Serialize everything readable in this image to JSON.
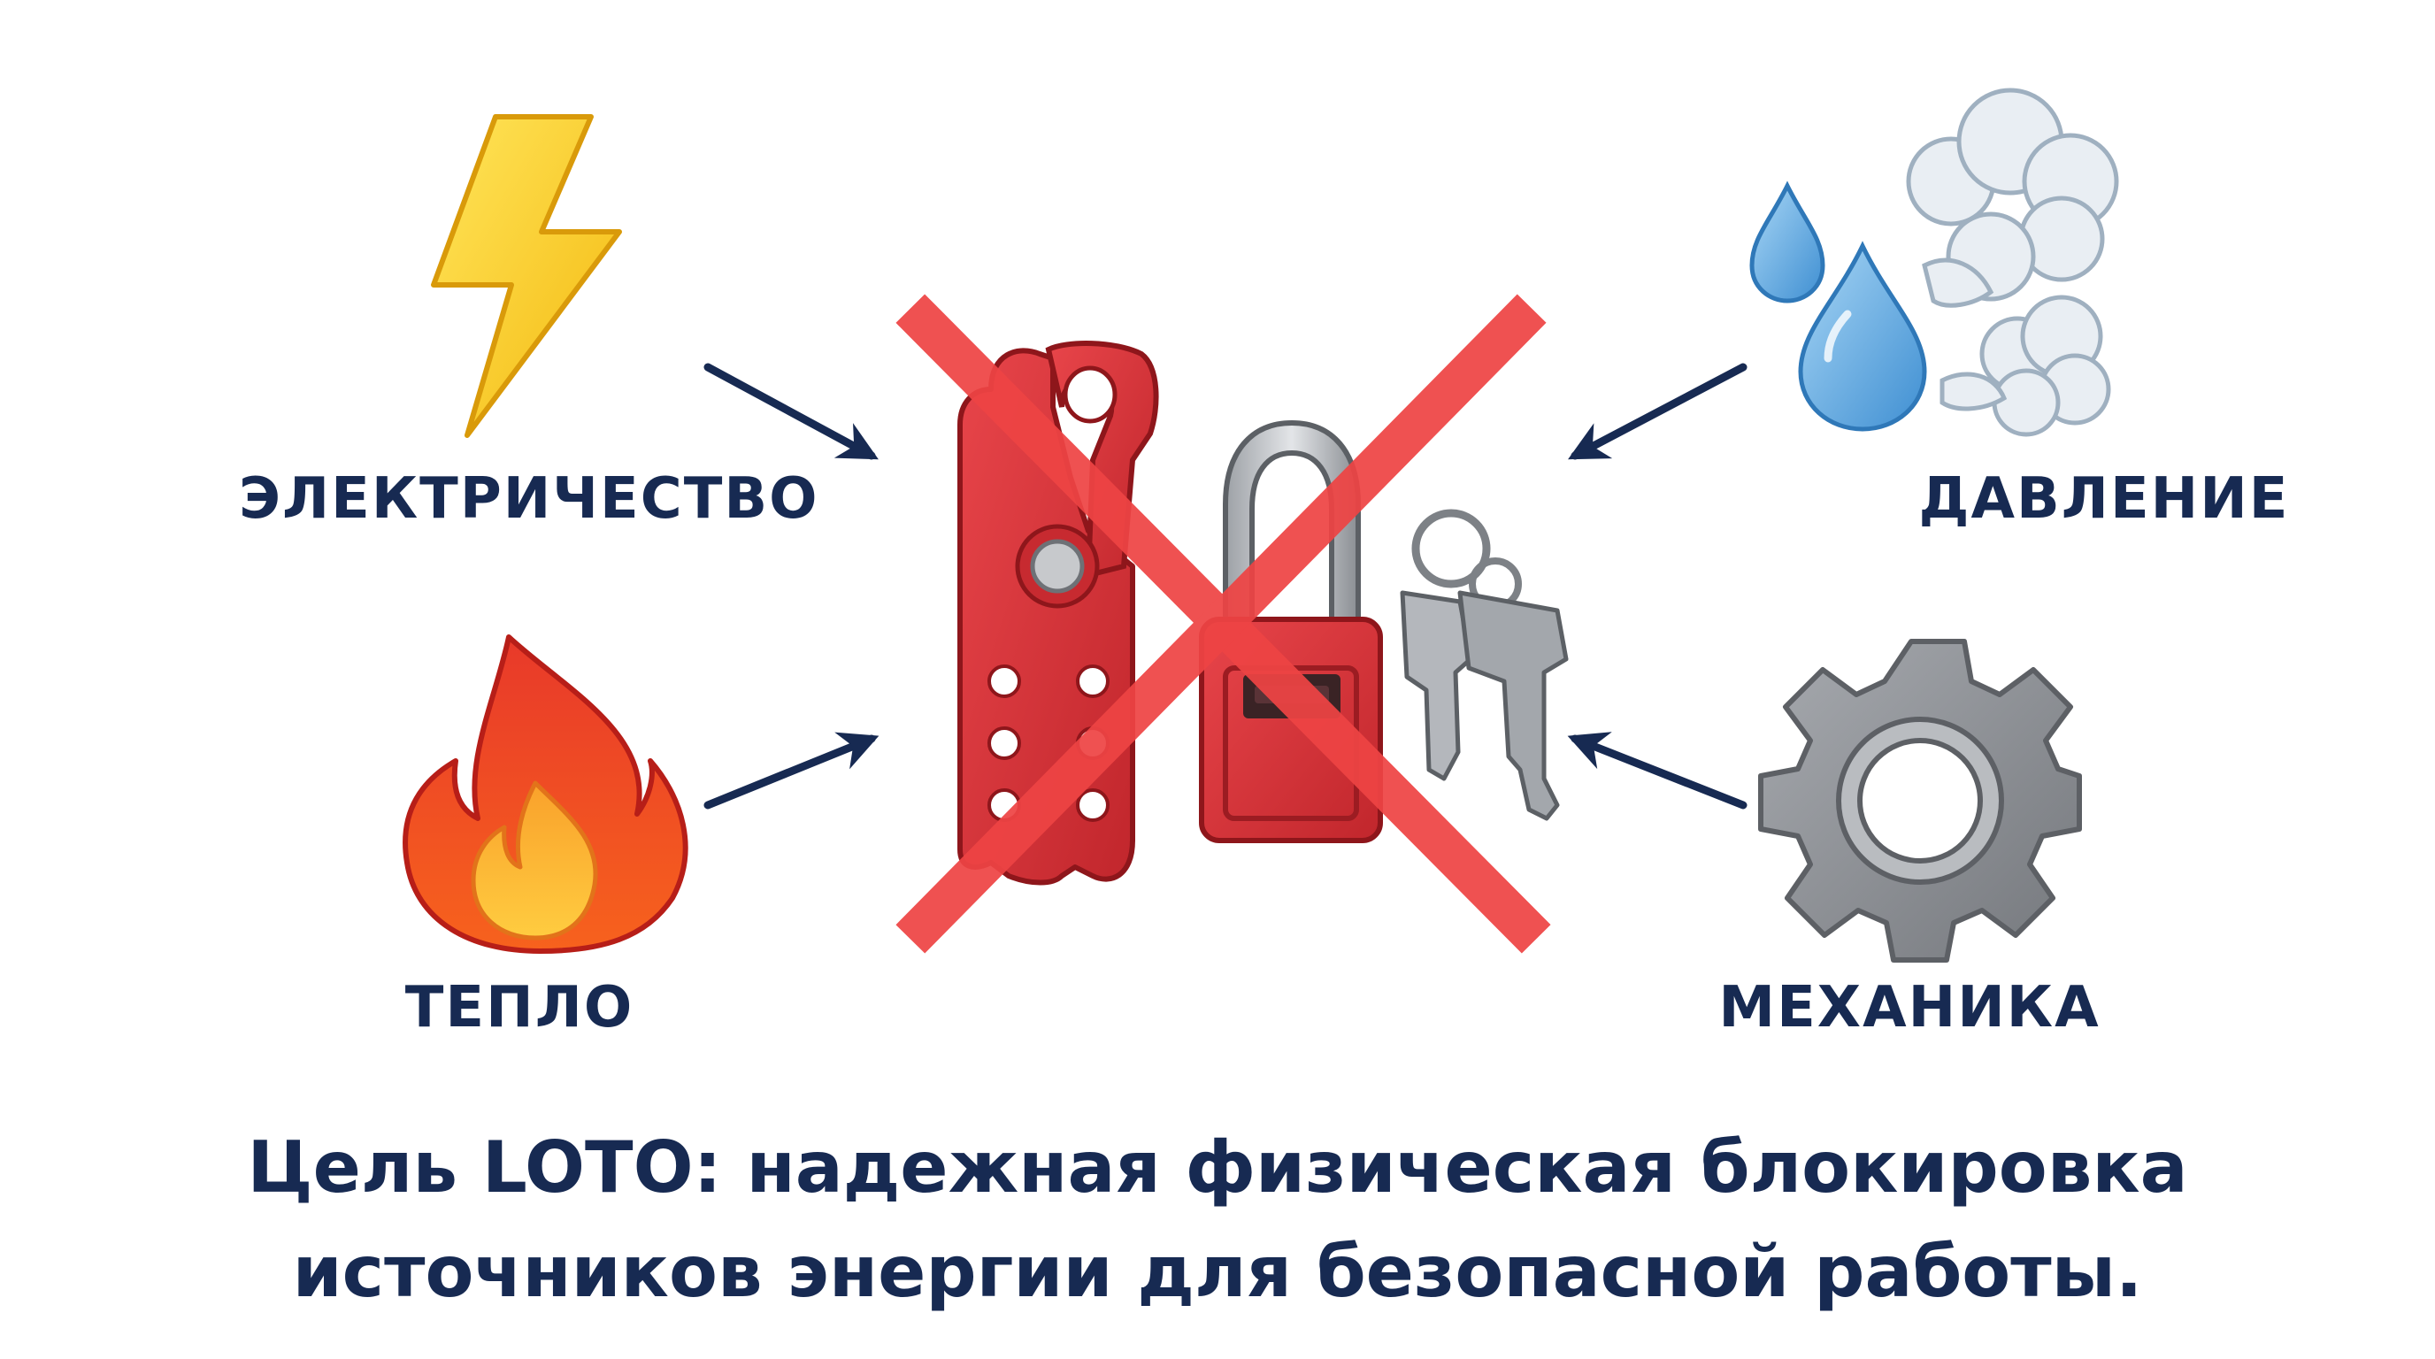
{
  "labels": {
    "electricity": "ЭЛЕКТРИЧЕСТВО",
    "pressure": "ДАВЛЕНИЕ",
    "heat": "ТЕПЛО",
    "mechanics": "МЕХАНИКА"
  },
  "caption": {
    "line1": "Цель LOTO: надежная физическая блокировка",
    "line2": "источников энергии для безопасной работы."
  },
  "icons": {
    "top_left": "lightning-bolt-icon",
    "top_right": "water-drops-and-steam-icon",
    "bottom_left": "fire-flame-icon",
    "bottom_right": "gear-icon",
    "center": "lockout-hasp-padlock-keys-icon",
    "center_overlay": "red-cross-icon"
  },
  "colors": {
    "text": "#172a52",
    "arrow": "#172a52",
    "lock_red": "#d82f35",
    "cross_red": "#ee4444",
    "bolt_yellow": "#f9c623",
    "flame_orange": "#f36a1d",
    "water_blue": "#4a9bd9",
    "gear_gray": "#8c8f94"
  }
}
